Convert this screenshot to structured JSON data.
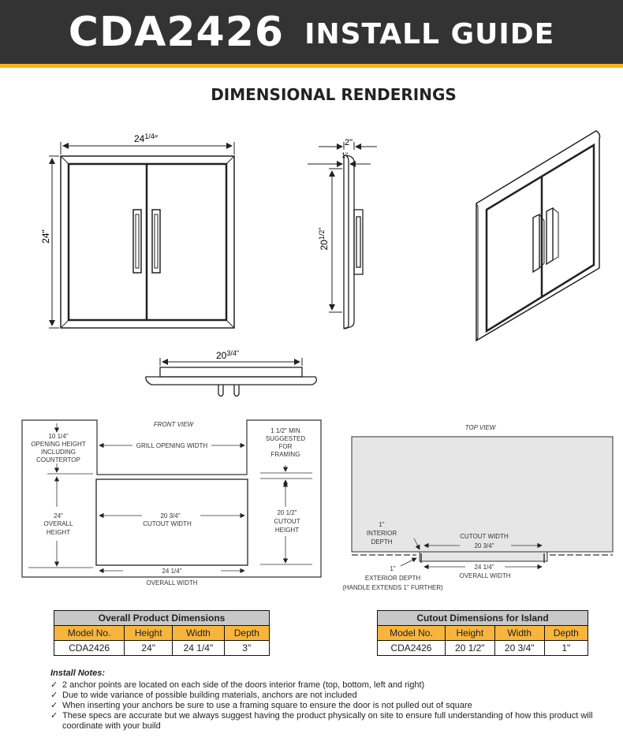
{
  "header": {
    "model": "CDA2426",
    "guide": "INSTALL GUIDE",
    "bg_color": "#333333",
    "accent_color": "#f5b21b"
  },
  "section_title": "DIMENSIONAL RENDERINGS",
  "front_render": {
    "width_label": "24",
    "width_frac": "1/4",
    "height_label": "24\""
  },
  "side_render": {
    "depth_label": "2\"",
    "thick_label": "1\"",
    "height_whole": "20",
    "height_frac": "1/2\""
  },
  "top_render": {
    "width_whole": "20",
    "width_frac": "3/4\""
  },
  "front_view": {
    "title": "FRONT VIEW",
    "opening_height": [
      "10 1/4\"",
      "OPENING HEIGHT",
      "INCLUDING",
      "COUNTERTOP"
    ],
    "grill_opening_width": "GRILL OPENING WIDTH",
    "framing": [
      "1 1/2\" MIN",
      "SUGGESTED",
      "FOR",
      "FRAMING"
    ],
    "overall_height": [
      "24\"",
      "OVERALL",
      "HEIGHT"
    ],
    "cutout_width": [
      "20 3/4\"",
      "CUTOUT WIDTH"
    ],
    "cutout_height": [
      "20 1/2\"",
      "CUTOUT",
      "HEIGHT"
    ],
    "overall_width_value": "24 1/4\"",
    "overall_width_label": "OVERALL WIDTH"
  },
  "top_view": {
    "title": "TOP VIEW",
    "interior_depth": [
      "1\"",
      "INTERIOR",
      "DEPTH"
    ],
    "cutout_width": [
      "CUTOUT WIDTH",
      "20 3/4\""
    ],
    "overall_width": [
      "24 1/4\"",
      "OVERALL WIDTH"
    ],
    "exterior_depth": [
      "1\"",
      "EXTERIOR DEPTH",
      "(HANDLE EXTENDS 1\" FURTHER)"
    ]
  },
  "table_overall": {
    "caption": "Overall Product Dimensions",
    "headers": [
      "Model No.",
      "Height",
      "Width",
      "Depth"
    ],
    "row": [
      "CDA2426",
      "24\"",
      "24 1/4\"",
      "3\""
    ]
  },
  "table_cutout": {
    "caption": "Cutout Dimensions for Island",
    "headers": [
      "Model No.",
      "Height",
      "Width",
      "Depth"
    ],
    "row": [
      "CDA2426",
      "20 1/2\"",
      "20 3/4\"",
      "1\""
    ]
  },
  "notes": {
    "title": "Install Notes:",
    "check_icon": "check-icon",
    "items": [
      "2 anchor points are located on each side of the doors interior frame (top, bottom, left and right)",
      "Due to wide variance of possible building materials, anchors are not included",
      "When inserting your anchors be sure to use a framing square to ensure the door is not pulled out of square",
      "These specs are accurate but we always suggest having the product physically on site to ensure full understanding of how this product will coordinate with your build"
    ]
  }
}
